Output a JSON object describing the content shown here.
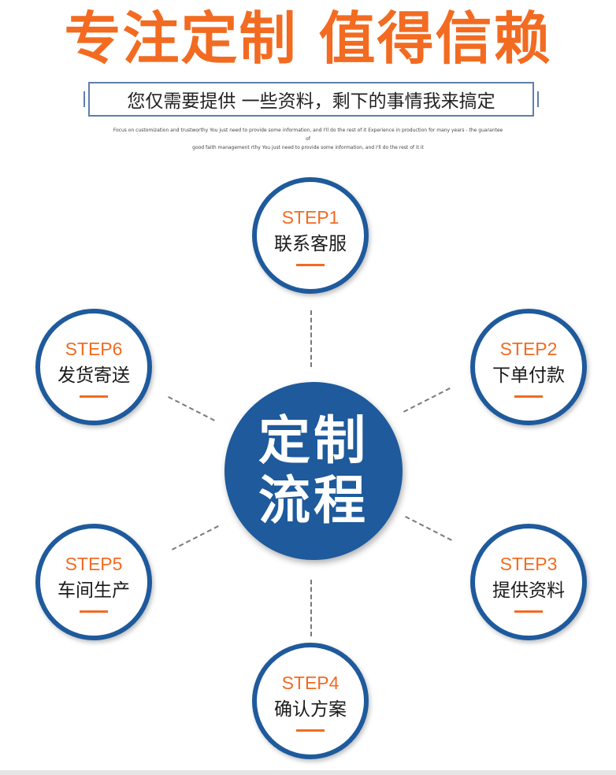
{
  "headline": "专注定制  值得信赖",
  "subtitle": "您仅需要提供 一些资料，剩下的事情我来搞定",
  "english_line1": "Focus on customization and trustworthy You just need to provide some information, and I'll do the rest of it Experience in production for many years - the guarantee of",
  "english_line2": "good faith management rthy You just need to provide some information, and I'll do the rest of it it",
  "center": {
    "line1": "定制",
    "line2": "流程"
  },
  "steps": [
    {
      "code": "STEP1",
      "name": "联系客服"
    },
    {
      "code": "STEP2",
      "name": "下单付款"
    },
    {
      "code": "STEP3",
      "name": "提供资料"
    },
    {
      "code": "STEP4",
      "name": "确认方案"
    },
    {
      "code": "STEP5",
      "name": "车间生产"
    },
    {
      "code": "STEP6",
      "name": "发货寄送"
    }
  ],
  "colors": {
    "accent": "#f26b21",
    "primary": "#1e5a9c",
    "border": "#5d7fae"
  }
}
